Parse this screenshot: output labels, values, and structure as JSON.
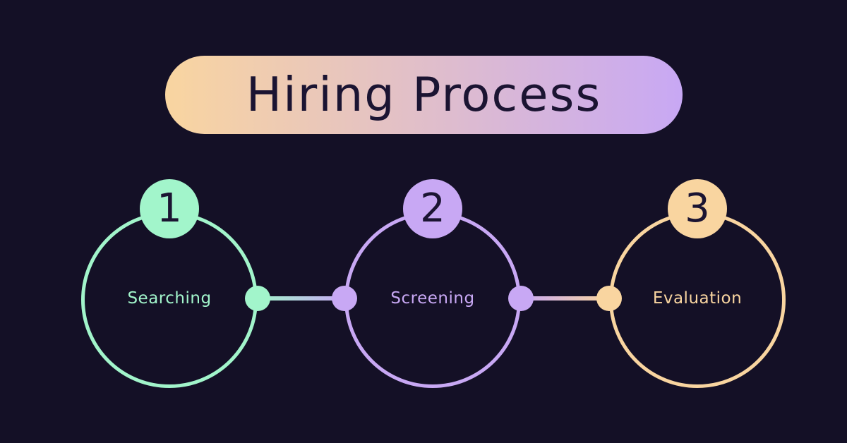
{
  "title": "Hiring Process",
  "steps": [
    {
      "number": "1",
      "label": "Searching"
    },
    {
      "number": "2",
      "label": "Screening"
    },
    {
      "number": "3",
      "label": "Evaluation"
    }
  ],
  "colors": {
    "background": "#141026",
    "dark_text": "#1b1432",
    "step1_mint": "#a2f5cb",
    "step2_purple": "#c8a8f4",
    "step3_peach": "#f9d5a0",
    "pill_gradient_start": "#f9d5a0",
    "pill_gradient_end": "#c8a8f4"
  }
}
